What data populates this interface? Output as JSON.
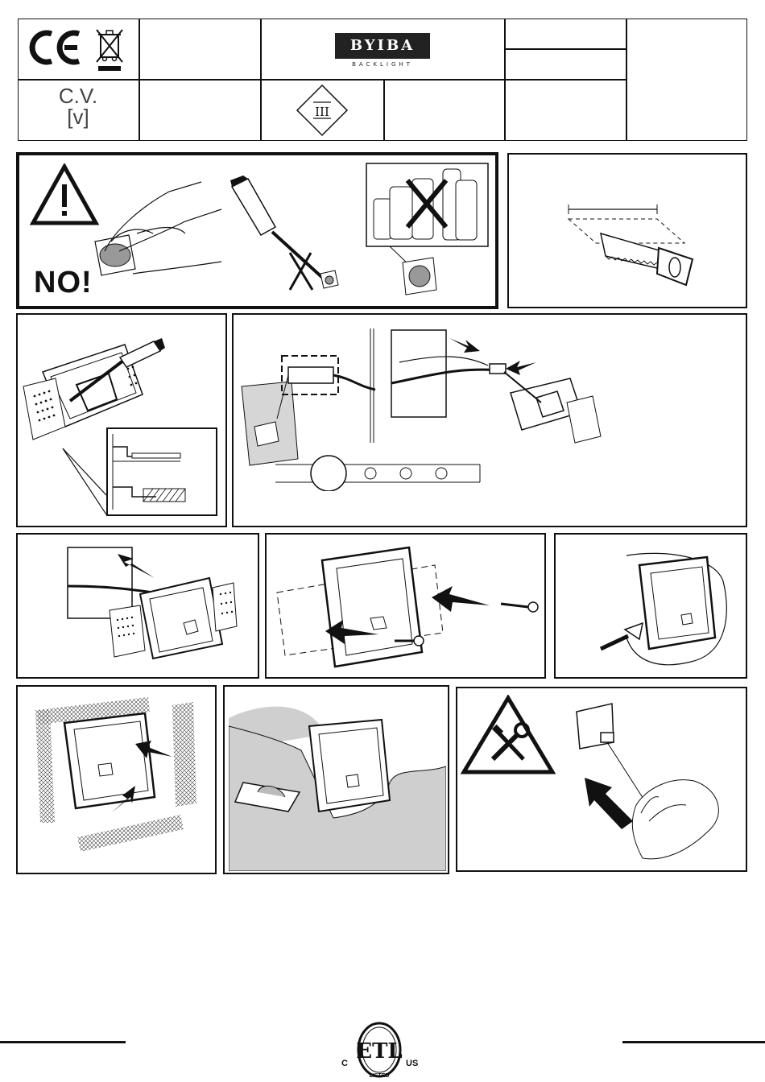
{
  "header": {
    "ce_mark": "CE",
    "cv_label": "C.V.",
    "cv_unit": "[v]",
    "brand_name": "BYIBA",
    "brand_sub": "BACKLIGHT",
    "class_symbol": "III"
  },
  "warning_panel": {
    "no_text": "NO!"
  },
  "certification": {
    "etl": "ETL",
    "c": "C",
    "us": "US",
    "listed": "LISTED"
  },
  "icons": [
    "ce-mark",
    "weee-bin-icon",
    "class-iii-icon",
    "warning-triangle-icon",
    "screwdriver-icon",
    "cleaning-bottles-icon",
    "saw-icon",
    "arrow-icon",
    "tools-icon",
    "trowel-icon",
    "etl-listed-mark"
  ]
}
